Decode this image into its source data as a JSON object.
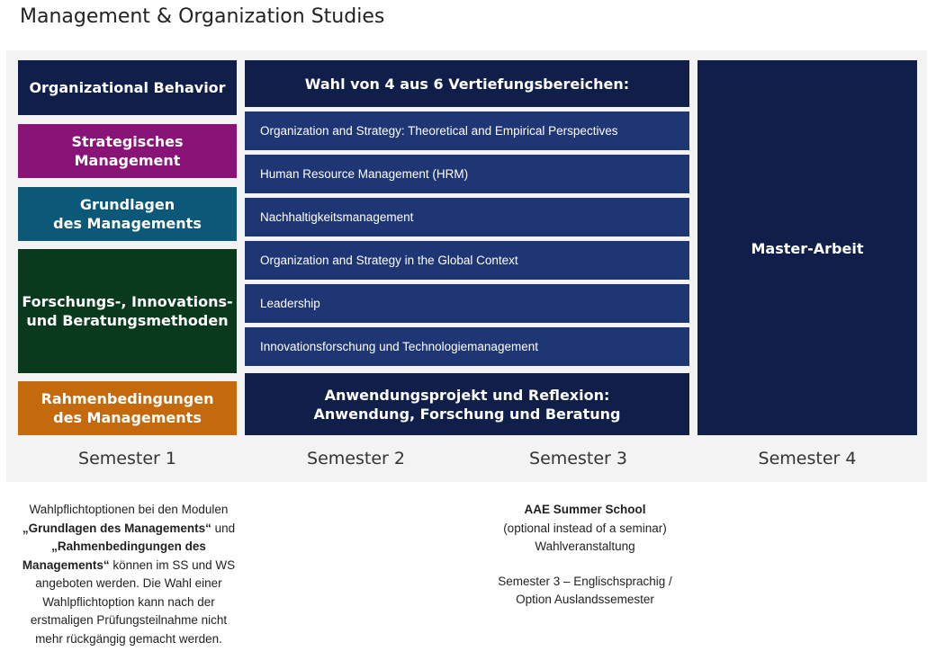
{
  "title": "Management & Organization Studies",
  "colors": {
    "navy": "#101e4a",
    "elective_blue": "#1f3674",
    "purple": "#8a1378",
    "teal": "#0c5878",
    "dark_green": "#0a3a1d",
    "orange": "#c4690c",
    "panel_bg": "#f3f3f3"
  },
  "semester1_modules": [
    {
      "lines": [
        "Organizational Behavior"
      ],
      "color": "#101e4a"
    },
    {
      "lines": [
        "Strategisches Management"
      ],
      "color": "#8a1378"
    },
    {
      "lines": [
        "Grundlagen",
        "des Managements"
      ],
      "color": "#0c5878"
    },
    {
      "lines": [
        "Forschungs-, Innovations-",
        "und Beratungsmethoden"
      ],
      "color": "#0a3a1d"
    },
    {
      "lines": [
        "Rahmenbedingungen",
        "des Managements"
      ],
      "color": "#c4690c"
    }
  ],
  "elective_header": "Wahl von 4 aus 6 Vertiefungsbereichen:",
  "electives": [
    "Organization and Strategy: Theoretical and Empirical Perspectives",
    "Human Resource Management (HRM)",
    "Nachhaltigkeitsmanagement",
    "Organization and Strategy in the Global Context",
    "Leadership",
    "Innovationsforschung und Technologiemanagement"
  ],
  "project": {
    "lines": [
      "Anwendungsprojekt und Reflexion:",
      "Anwendung, Forschung und Beratung"
    ]
  },
  "thesis": "Master-Arbeit",
  "semesters": [
    "Semester 1",
    "Semester 2",
    "Semester 3",
    "Semester 4"
  ],
  "note_left": {
    "l1": "Wahlpflichtoptionen bei den Modulen",
    "l2_bold": "„Grundlagen des Managements“",
    "l2_rest": " und",
    "l3_bold": "„Rahmenbedingungen des",
    "l4_bold": "Managements“",
    "l4_rest": " können im SS und WS",
    "l5": "angeboten werden. Die Wahl einer",
    "l6": "Wahlpflichtoption kann nach der",
    "l7": "erstmaligen Prüfungsteilnahme nicht",
    "l8": "mehr rückgängig gemacht werden."
  },
  "note_right": {
    "title": "AAE Summer School",
    "l1": "(optional instead of a seminar)",
    "l2": "Wahlveranstaltung",
    "l3": "Semester 3 – Englischsprachig /",
    "l4": "Option Auslandssemester"
  }
}
